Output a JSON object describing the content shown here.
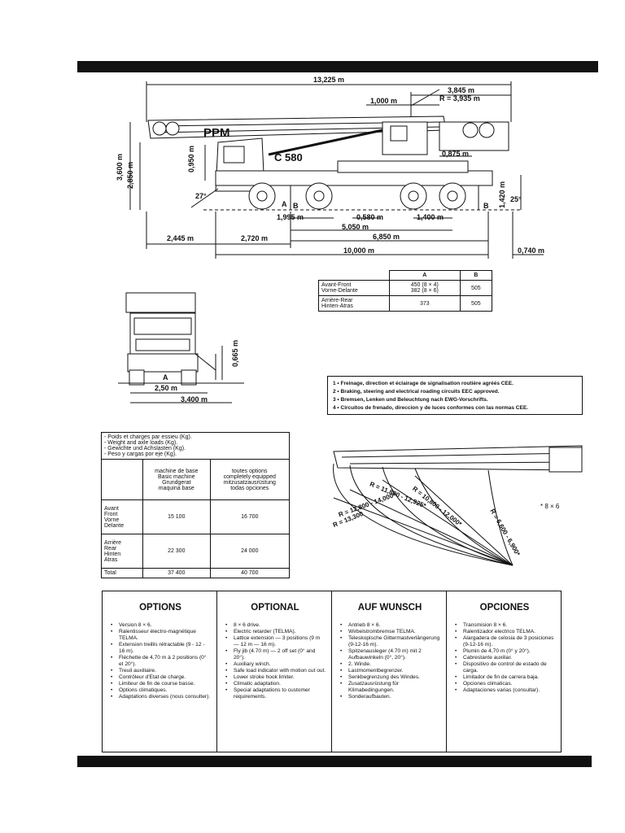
{
  "side_view": {
    "dims": {
      "overall_length": "13,225 m",
      "d_3845": "3,845 m",
      "d_1000": "1,000 m",
      "radius": "R = 3,935 m",
      "h_3600": "3,600 m",
      "h_2850": "2,850 m",
      "h_0950": "0,950 m",
      "angle_27": "27°",
      "d_0875": "0,875 m",
      "h_1420": "1,420 m",
      "angle_25": "25°",
      "d_1995": "1,995 m",
      "d_0580": "0,580 m",
      "d_1400": "1,400 m",
      "d_5050": "5,050 m",
      "d_6850": "6,850 m",
      "d_2445": "2,445 m",
      "d_2720": "2,720 m",
      "d_10000": "10,000 m",
      "d_0740": "0,740 m",
      "label_a": "A",
      "label_b": "B",
      "label_b2": "B",
      "model": "C 580",
      "brand": "PPM"
    }
  },
  "front_view": {
    "dims": {
      "h_0665": "0,665 m",
      "w_250": "2,50 m",
      "w_3400": "3,400 m",
      "label_a": "A"
    }
  },
  "axle_table": {
    "headers": [
      "",
      "A",
      "B"
    ],
    "rows": [
      {
        "label": "Avant-Front\nVorne-Delante",
        "a": "450 (8 × 4)\n382 (8 × 6)",
        "b": "505"
      },
      {
        "label": "Arrière-Rear\nHinten-Atras",
        "a": "373",
        "b": "505"
      }
    ]
  },
  "notes": [
    "1 • Freinage, direction et éclairage de signalisation routière agréés CEE.",
    "2 • Braking, steering and electrical roading circuits EEC approved.",
    "3 • Bremsen, Lenken und Beleuchtung nach EWG-Vorschrifts.",
    "4 • Circuitos de frenado, direccion y de luces conformes con las normas CEE."
  ],
  "loads_table": {
    "title_lines": [
      "- Poids et charges par essieu (Kg).",
      "- Weight and axle loads (Kg).",
      "- Gewichte und Achslasten (Kg).",
      "- Peso y cargas por eje (Kg)."
    ],
    "col1": "machine de base\nBasic machine\nGrundgerat\nmaquina base",
    "col2": "toutes options\ncompletely equipped\nmitzusatzausrüstung\ntodas opciones",
    "rows": [
      {
        "label": "Avant\nFront\nVorne\nDelante",
        "base": "15 100",
        "full": "16 700"
      },
      {
        "label": "Arrière\nRear\nHinten\nAtras",
        "base": "22 300",
        "full": "24 000"
      },
      {
        "label": "Total",
        "base": "37 400",
        "full": "40 700"
      }
    ]
  },
  "radius_diagram": {
    "labels": [
      "R = 13,300",
      "R = 12,800 - 14,000*",
      "R = 11,800 - 12,925*",
      "R = 10,800 - 12,000*",
      "R = 6,600 - 6,900*"
    ],
    "footnote": "* 8 × 6"
  },
  "options": [
    {
      "title": "OPTIONS",
      "items": [
        "Version 8 × 6.",
        "Ralentisseur électro-magnétique TELMA.",
        "Extension treillis rétractable (9 - 12 - 16 m).",
        "Fléchette de 4,70 m à 2 positions (0° et 20°).",
        "Treuil auxiliaire.",
        "Contrôleur d'Etat de charge.",
        "Limiteur de fin de course basse.",
        "Options climatiques.",
        "Adaptations diverses (nous consulter)."
      ]
    },
    {
      "title": "OPTIONAL",
      "items": [
        "8 × 6 drive.",
        "Electric retarder (TELMA).",
        "Lattice extension — 3 positions (9 m — 12 m — 16 m).",
        "Fly jib (4.70 m) — 2 off set (0° and 20°).",
        "Auxiliary winch.",
        "Safe load indicator with motion cut out.",
        "Lower stroke hook limiter.",
        "Climatic adaptation.",
        "Special adaptations to customer requirements."
      ]
    },
    {
      "title": "AUF WUNSCH",
      "items": [
        "Antrieb 8 × 6.",
        "Wirbelstrombremse TELMA.",
        "Teleskopische Gittermastverlängerung (9-12-16 m).",
        "Spitzenausleger (4.70 m) mit 2 Aufbauwinkeln (0°, 20°).",
        "2. Winde.",
        "Lastmomentbegrenzer.",
        "Senkbegrenzung des Windes.",
        "Zusatzausrüstung für Klimabedingungen.",
        "Sonderaufbauten."
      ]
    },
    {
      "title": "OPCIONES",
      "items": [
        "Transmision 8 × 6.",
        "Ralentizador electrico TELMA.",
        "Alargadera de celosia de 3 posiciones (9-12-16 m).",
        "Plumin de 4,70 m (0° y 20°).",
        "Cabrestante auxiliar.",
        "Dispositivo de control de estado de carga.",
        "Limitador de fin de carrera baja.",
        "Opciones climaticas.",
        "Adaptaciones varias (consultar)."
      ]
    }
  ]
}
